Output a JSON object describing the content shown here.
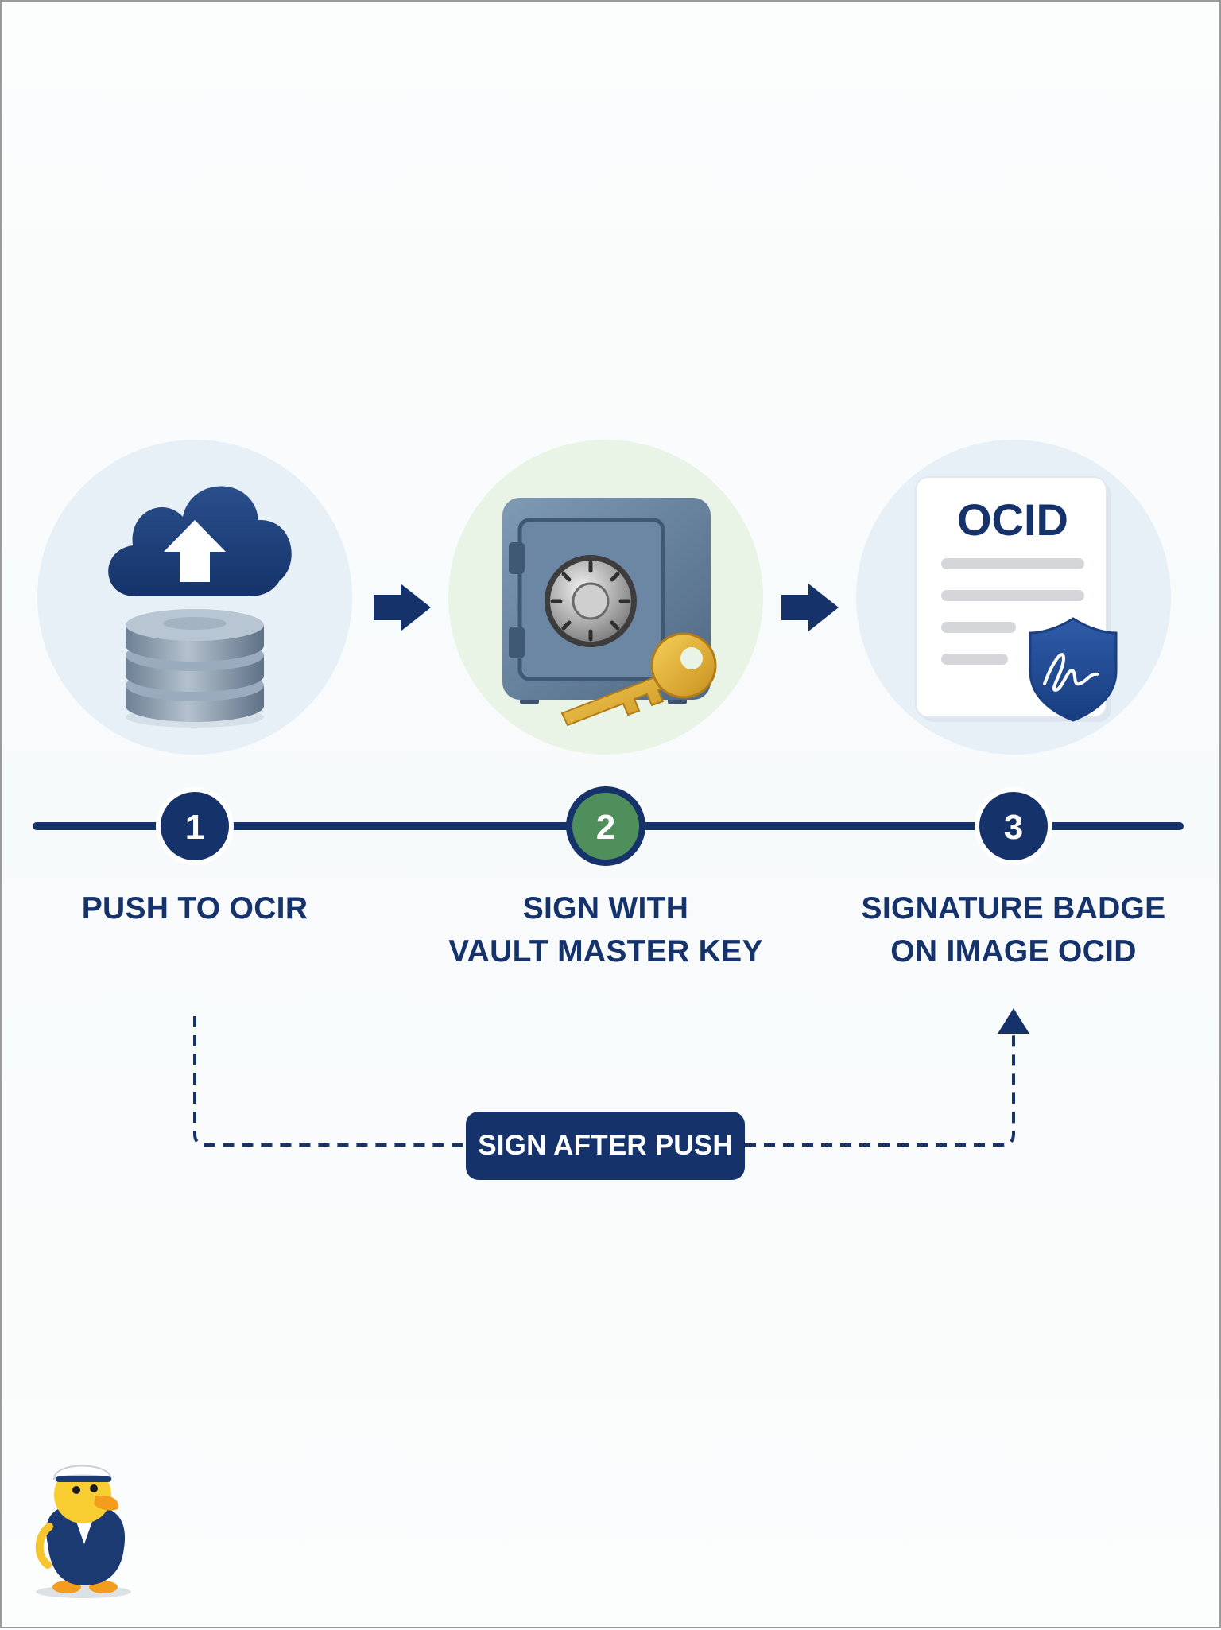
{
  "steps": [
    {
      "number": "1",
      "title_lines": [
        "PUSH TO OCIR"
      ],
      "icon": "cloud-upload-database-icon"
    },
    {
      "number": "2",
      "title_lines": [
        "SIGN WITH",
        "VAULT MASTER KEY"
      ],
      "icon": "vault-safe-key-icon"
    },
    {
      "number": "3",
      "title_lines": [
        "SIGNATURE BADGE",
        "ON IMAGE OCID"
      ],
      "icon": "signed-document-shield-icon"
    }
  ],
  "document": {
    "heading": "OCID"
  },
  "loop": {
    "label": "SIGN AFTER PUSH"
  },
  "mascot": {
    "icon": "sailor-duck-icon"
  },
  "colors": {
    "navy": "#15336a",
    "green": "#4f8f5b",
    "blue_circle": "#e7eff7",
    "green_circle": "#e9f4e6",
    "gold": "#e3b43a"
  }
}
